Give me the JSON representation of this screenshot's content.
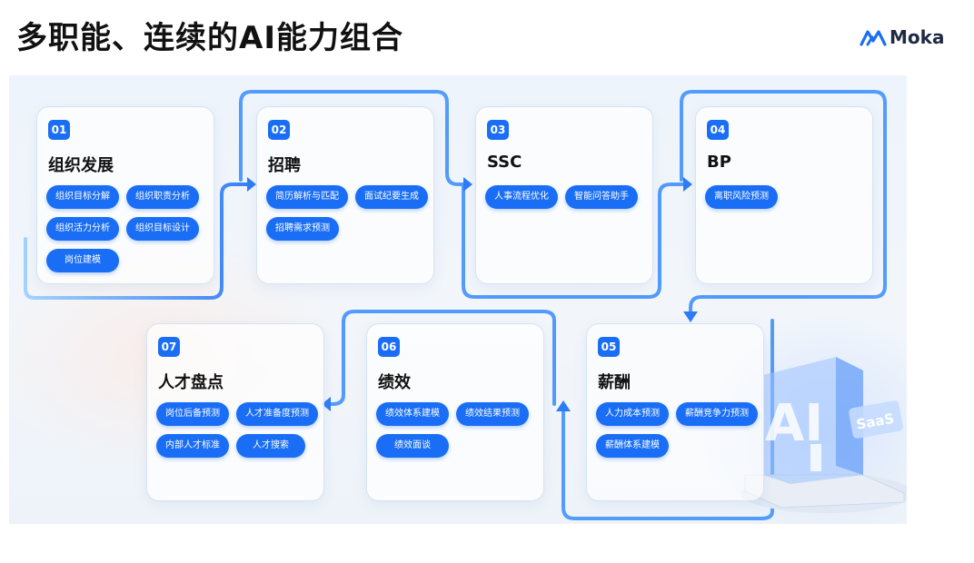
{
  "title": "多职能、连续的AI能力组合",
  "logo": {
    "text": "Moka",
    "icon": "moka-m-icon",
    "color": "#1a6ef5"
  },
  "accent": "#1a6ef5",
  "cards": [
    {
      "num": "01",
      "title": "组织发展",
      "items": [
        "组织目标分解",
        "组织职责分析",
        "组织活力分析",
        "组织目标设计",
        "岗位建模"
      ]
    },
    {
      "num": "02",
      "title": "招聘",
      "items": [
        "简历解析与匹配",
        "面试纪要生成",
        "招聘需求预测"
      ]
    },
    {
      "num": "03",
      "title": "SSC",
      "items": [
        "人事流程优化",
        "智能问答助手"
      ]
    },
    {
      "num": "04",
      "title": "BP",
      "items": [
        "离职风险预测"
      ]
    },
    {
      "num": "05",
      "title": "薪酬",
      "items": [
        "人力成本预测",
        "薪酬竞争力预测",
        "薪酬体系建模"
      ]
    },
    {
      "num": "06",
      "title": "绩效",
      "items": [
        "绩效体系建模",
        "绩效结果预测",
        "绩效面谈"
      ]
    },
    {
      "num": "07",
      "title": "人才盘点",
      "items": [
        "岗位后备预测",
        "人才准备度预测",
        "内部人才标准",
        "人才搜索"
      ]
    }
  ],
  "illustration": {
    "ai": "AI",
    "saas": "SaaS"
  }
}
